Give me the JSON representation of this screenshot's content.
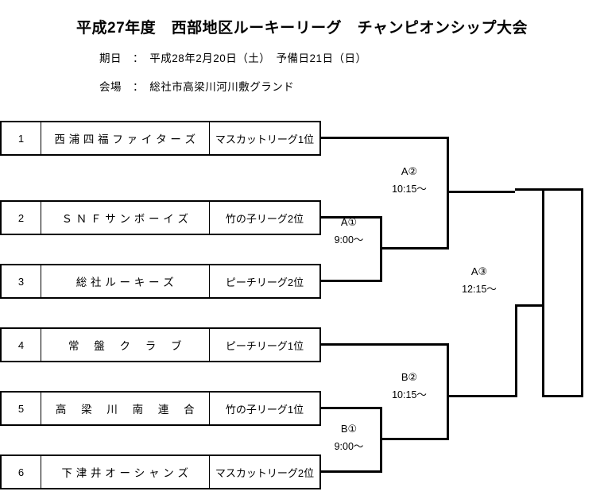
{
  "header": {
    "title": "平成27年度　西部地区ルーキーリーグ　チャンピオンシップ大会",
    "date_line": "期日　：　平成28年2月20日（土）　予備日21日（日）",
    "venue_line": "会場　：　総社市高梁川河川敷グランド"
  },
  "bracket": {
    "type": "single-elimination",
    "teams": [
      {
        "seed": "1",
        "name": "西 浦 四 福 フ ァ イ タ ー ズ",
        "qualifier": "マスカットリーグ1位"
      },
      {
        "seed": "2",
        "name": "Ｓ Ｎ Ｆ サ ン ボ ー イ ズ",
        "qualifier": "竹の子リーグ2位"
      },
      {
        "seed": "3",
        "name": "総 社 ル ー キ ー ズ",
        "qualifier": "ピーチリーグ2位"
      },
      {
        "seed": "4",
        "name": "常　 盤　 ク　 ラ　 ブ",
        "qualifier": "ピーチリーグ1位"
      },
      {
        "seed": "5",
        "name": "高　 梁　 川　 南　 連　 合",
        "qualifier": "竹の子リーグ1位"
      },
      {
        "seed": "6",
        "name": "下 津 井 オ ー シ ャ ン ズ",
        "qualifier": "マスカットリーグ2位"
      }
    ],
    "matches": [
      {
        "code": "A①",
        "time": "9:00～",
        "teams": [
          "2",
          "3"
        ]
      },
      {
        "code": "A②",
        "time": "10:15～",
        "teams": [
          "1",
          "A①"
        ]
      },
      {
        "code": "B①",
        "time": "9:00～",
        "teams": [
          "5",
          "6"
        ]
      },
      {
        "code": "B②",
        "time": "10:15～",
        "teams": [
          "4",
          "B①"
        ]
      },
      {
        "code": "A③",
        "time": "12:15～",
        "teams": [
          "A②",
          "B②"
        ]
      }
    ]
  }
}
